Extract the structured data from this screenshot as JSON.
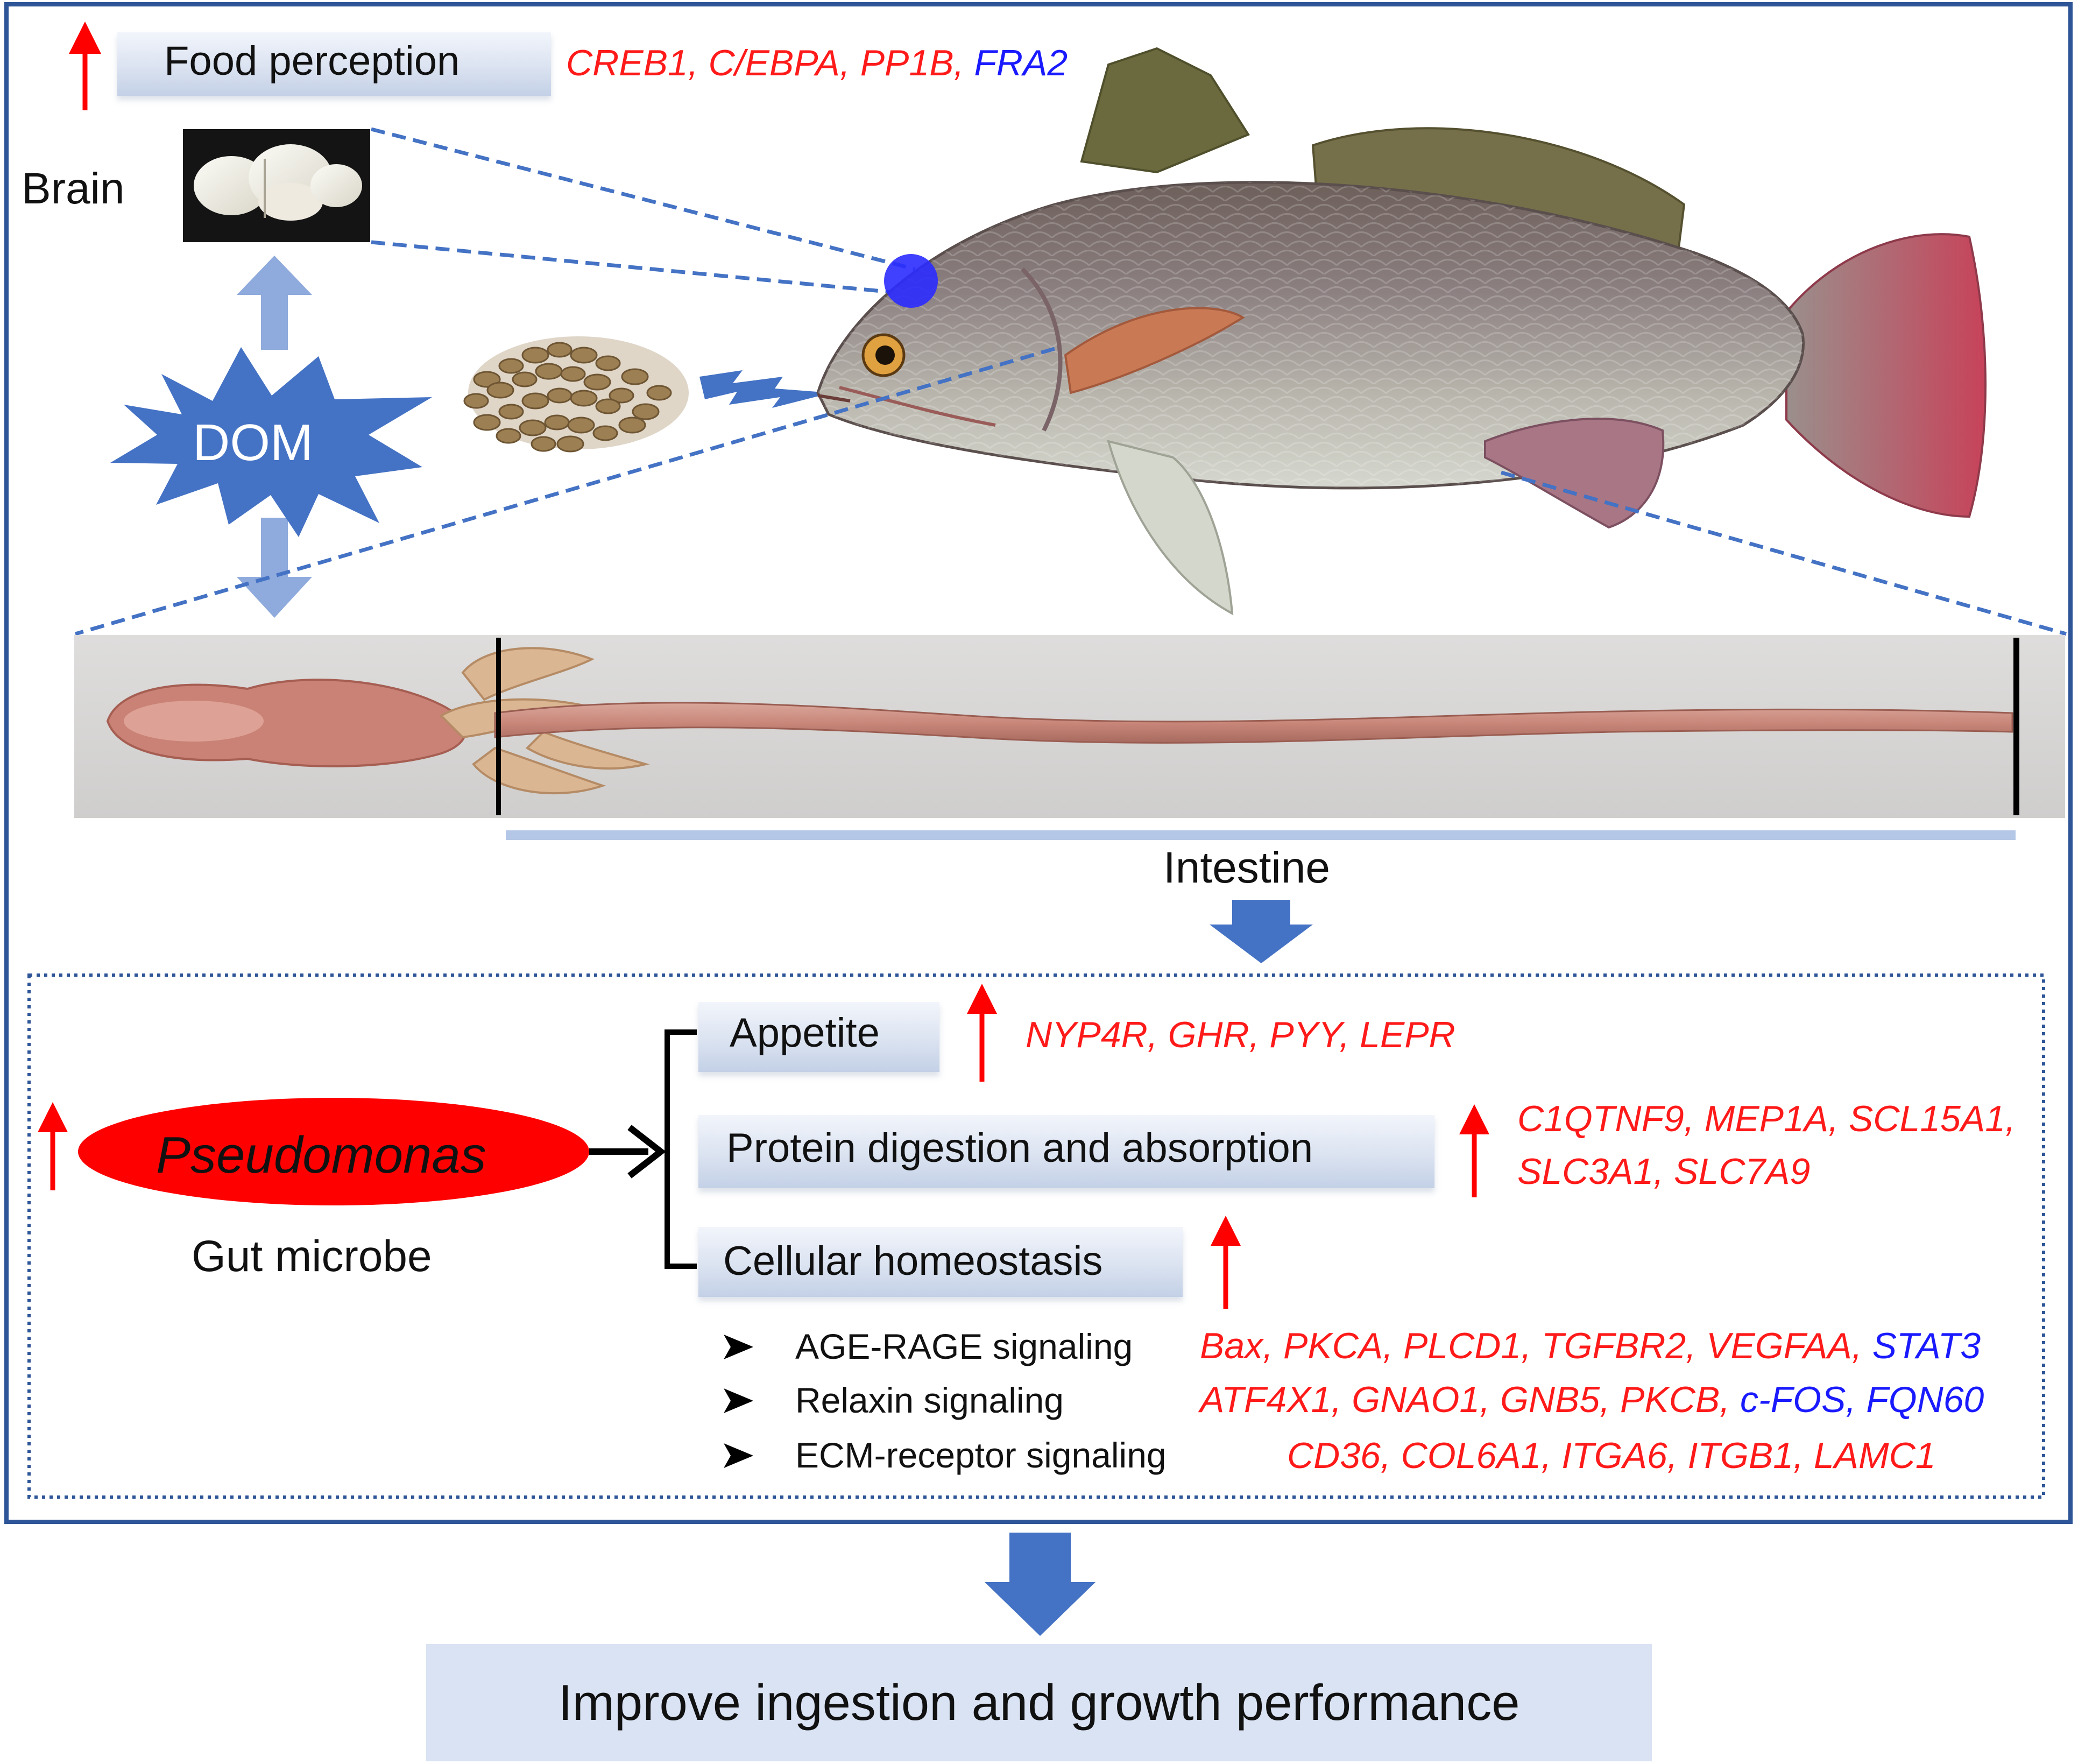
{
  "colors": {
    "frame": "#2e5597",
    "arrow_blue": "#4472c4",
    "arrow_light": "#8faadc",
    "up_red": "#ff0000",
    "gene_red": "#ff1a1a",
    "gene_blue": "#1a1aff",
    "pseudomonas_fill": "#ff0000"
  },
  "icons": {
    "up_arrow": "up-arrow-icon",
    "down_arrow": "down-arrow-icon",
    "burst": "starburst-icon",
    "bullet": "arrowhead-bullet-icon"
  },
  "top": {
    "food_perception": "Food perception",
    "brain": "Brain",
    "dom": "DOM",
    "intestine": "Intestine",
    "food_genes": [
      {
        "text": "CREB1, ",
        "color": "red"
      },
      {
        "text": "C/EBPA, ",
        "color": "red"
      },
      {
        "text": "PP1B, ",
        "color": "red"
      },
      {
        "text": "FRA2",
        "color": "blue"
      }
    ]
  },
  "bottom": {
    "microbe_name": "Pseudomonas",
    "microbe_caption": "Gut microbe",
    "appetite": "Appetite",
    "appetite_genes": "NYP4R, GHR, PYY, LEPR",
    "protein": "Protein digestion and absorption",
    "protein_genes_line1": "C1QTNF9, MEP1A, SCL15A1,",
    "protein_genes_line2": "SLC3A1, SLC7A9",
    "cellular": "Cellular homeostasis",
    "pathways": [
      {
        "name": "AGE-RAGE signaling",
        "genes": [
          {
            "text": "Bax, ",
            "color": "red"
          },
          {
            "text": "PKCA, ",
            "color": "red"
          },
          {
            "text": "PLCD1, ",
            "color": "red"
          },
          {
            "text": "TGFBR2, ",
            "color": "red"
          },
          {
            "text": "VEGFAA, ",
            "color": "red"
          },
          {
            "text": "STAT3",
            "color": "blue"
          }
        ]
      },
      {
        "name": "Relaxin signaling",
        "genes": [
          {
            "text": "ATF4X1, ",
            "color": "red"
          },
          {
            "text": "GNAO1, ",
            "color": "red"
          },
          {
            "text": "GNB5, ",
            "color": "red"
          },
          {
            "text": "PKCB, ",
            "color": "red"
          },
          {
            "text": "c-FOS, ",
            "color": "blue"
          },
          {
            "text": "FQN60",
            "color": "blue"
          }
        ]
      },
      {
        "name": "ECM-receptor signaling",
        "genes": [
          {
            "text": "CD36, ",
            "color": "red"
          },
          {
            "text": "COL6A1, ",
            "color": "red"
          },
          {
            "text": "ITGA6, ",
            "color": "red"
          },
          {
            "text": "ITGB1, ",
            "color": "red"
          },
          {
            "text": "LAMC1",
            "color": "red"
          }
        ]
      }
    ]
  },
  "result": "Improve ingestion and growth performance"
}
